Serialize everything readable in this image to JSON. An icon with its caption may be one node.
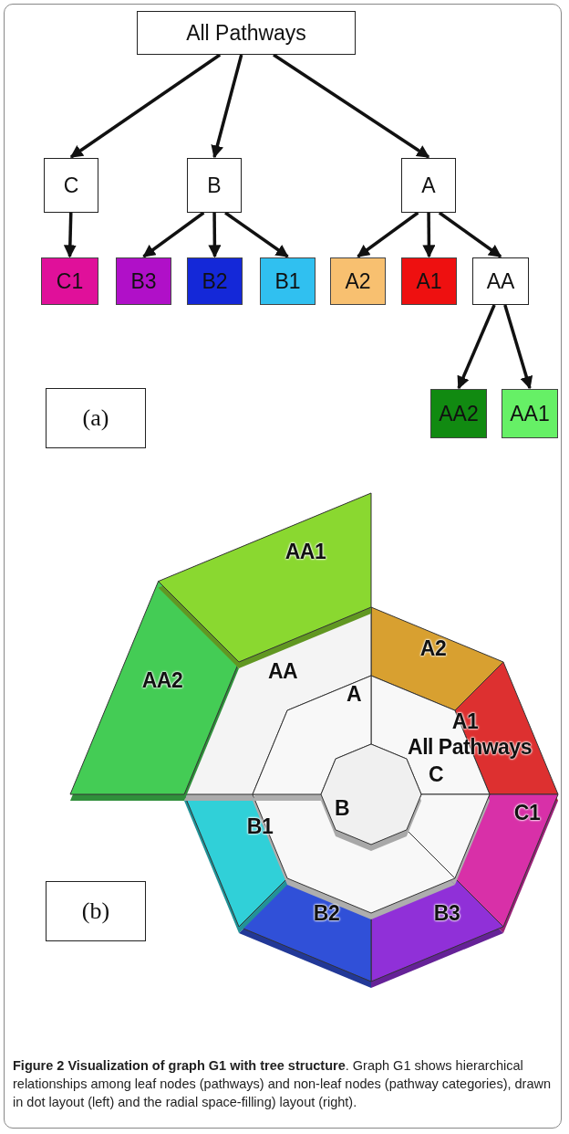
{
  "diagram": {
    "caption": "**Figure 2 Visualization of graph G1 with tree structure**. Graph G1 shows hierarchical relationships among leaf nodes (pathways) and non-leaf nodes (pathway categories), drawn in dot layout (left) and the radial space-filling) layout (right).",
    "nodes": [
      {
        "text": [
          "All Pathways"
        ]
      },
      {
        "text": [
          "C"
        ]
      },
      {
        "text": [
          "B"
        ]
      },
      {
        "text": [
          "A"
        ]
      },
      {
        "text": [
          "C1"
        ]
      },
      {
        "text": [
          "B3"
        ]
      },
      {
        "text": [
          "B2"
        ]
      },
      {
        "text": [
          "B1"
        ]
      },
      {
        "text": [
          "A2"
        ]
      },
      {
        "text": [
          "A1"
        ]
      },
      {
        "text": [
          "AA"
        ]
      },
      {
        "text": [
          "AA2"
        ]
      },
      {
        "text": [
          "AA1"
        ]
      },
      {
        "text": [
          "(a)"
        ]
      },
      {
        "text": [
          "(b)"
        ]
      }
    ],
    "edges": [
      {
        "from": 0,
        "to": 1,
        "arrow": "to"
      },
      {
        "from": 0,
        "to": 2,
        "arrow": "to"
      },
      {
        "from": 0,
        "to": 3,
        "arrow": "to"
      },
      {
        "from": 1,
        "to": 4,
        "arrow": "to"
      },
      {
        "from": 2,
        "to": 5,
        "arrow": "to"
      },
      {
        "from": 2,
        "to": 6,
        "arrow": "to"
      },
      {
        "from": 2,
        "to": 7,
        "arrow": "to"
      },
      {
        "from": 3,
        "to": 8,
        "arrow": "to"
      },
      {
        "from": 3,
        "to": 9,
        "arrow": "to"
      },
      {
        "from": 3,
        "to": 10,
        "arrow": "to"
      },
      {
        "from": 10,
        "to": 11,
        "arrow": "to"
      },
      {
        "from": 10,
        "to": 12,
        "arrow": "to"
      }
    ],
    "labels": [
      "AA1",
      "AA2",
      "AA",
      "A2",
      "A",
      "A1",
      "All Pathways",
      "C",
      "B1",
      "B",
      "C1",
      "B2",
      "B3"
    ]
  }
}
